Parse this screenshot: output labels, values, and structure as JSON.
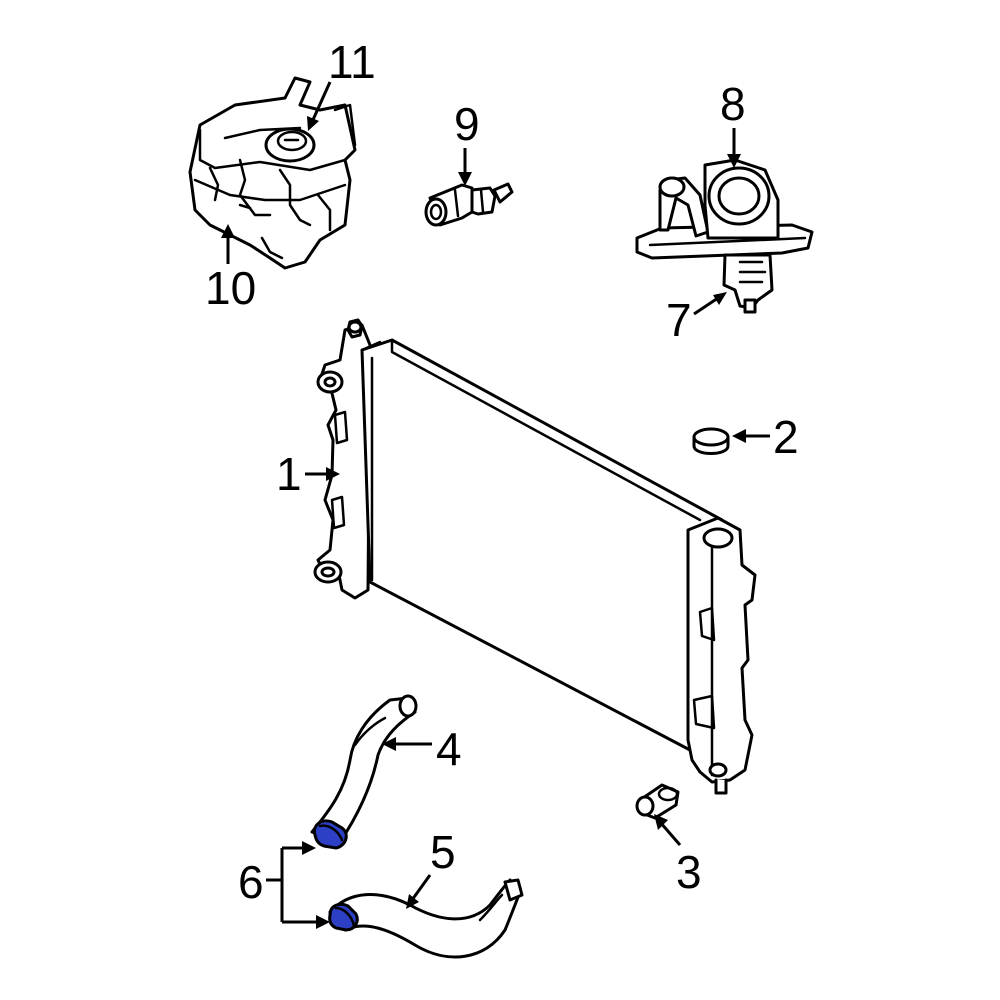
{
  "callouts": {
    "c1": "1",
    "c2": "2",
    "c3": "3",
    "c4": "4",
    "c5": "5",
    "c6": "6",
    "c7": "7",
    "c8": "8",
    "c9": "9",
    "c10": "10",
    "c11": "11"
  },
  "colors": {
    "highlight": "#2d3fc4",
    "line": "#000000",
    "background": "#ffffff"
  }
}
